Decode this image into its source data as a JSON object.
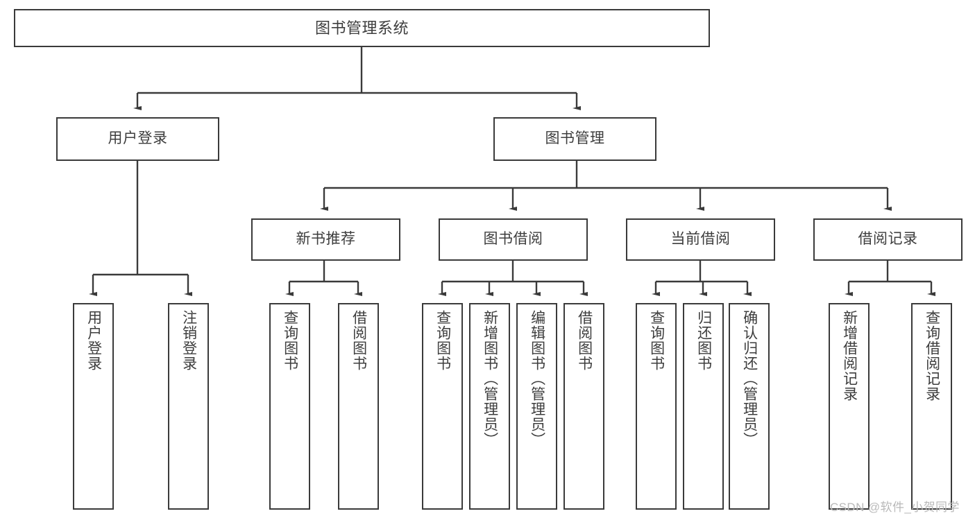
{
  "diagram": {
    "title": "图书管理系统",
    "type": "tree-hierarchy",
    "levels": [
      {
        "level": 1,
        "nodes": [
          {
            "id": "root",
            "label": "图书管理系统"
          }
        ]
      },
      {
        "level": 2,
        "nodes": [
          {
            "id": "user-login",
            "label": "用户登录",
            "parent": "root"
          },
          {
            "id": "book-mgmt",
            "label": "图书管理",
            "parent": "root"
          }
        ]
      },
      {
        "level": 3,
        "nodes": [
          {
            "id": "new-book-rec",
            "label": "新书推荐",
            "parent": "book-mgmt"
          },
          {
            "id": "book-borrow",
            "label": "图书借阅",
            "parent": "book-mgmt"
          },
          {
            "id": "current-borrow",
            "label": "当前借阅",
            "parent": "book-mgmt"
          },
          {
            "id": "borrow-record",
            "label": "借阅记录",
            "parent": "book-mgmt"
          }
        ]
      },
      {
        "level": 4,
        "nodes": [
          {
            "id": "leaf-user-login",
            "label": "用户登录",
            "parent": "user-login"
          },
          {
            "id": "leaf-user-logout",
            "label": "注销登录",
            "parent": "user-login"
          },
          {
            "id": "leaf-query-book-1",
            "label": "查询图书",
            "parent": "new-book-rec"
          },
          {
            "id": "leaf-borrow-book-1",
            "label": "借阅图书",
            "parent": "new-book-rec"
          },
          {
            "id": "leaf-query-book-2",
            "label": "查询图书",
            "parent": "book-borrow"
          },
          {
            "id": "leaf-add-book",
            "label": "新增图书（管理员）",
            "parent": "book-borrow"
          },
          {
            "id": "leaf-edit-book",
            "label": "编辑图书（管理员）",
            "parent": "book-borrow"
          },
          {
            "id": "leaf-borrow-book-2",
            "label": "借阅图书",
            "parent": "book-borrow"
          },
          {
            "id": "leaf-query-book-3",
            "label": "查询图书",
            "parent": "current-borrow"
          },
          {
            "id": "leaf-return-book",
            "label": "归还图书",
            "parent": "current-borrow"
          },
          {
            "id": "leaf-confirm-return",
            "label": "确认归还（管理员）",
            "parent": "current-borrow"
          },
          {
            "id": "leaf-add-record",
            "label": "新增借阅记录",
            "parent": "borrow-record"
          },
          {
            "id": "leaf-query-record",
            "label": "查询借阅记录",
            "parent": "borrow-record"
          }
        ]
      }
    ]
  },
  "watermark": {
    "text": "CSDN @软件_小贺同学"
  },
  "colors": {
    "border": "#3a3a3a",
    "text": "#3d3d3d",
    "background": "#ffffff",
    "watermark": "#b9b9b9"
  }
}
